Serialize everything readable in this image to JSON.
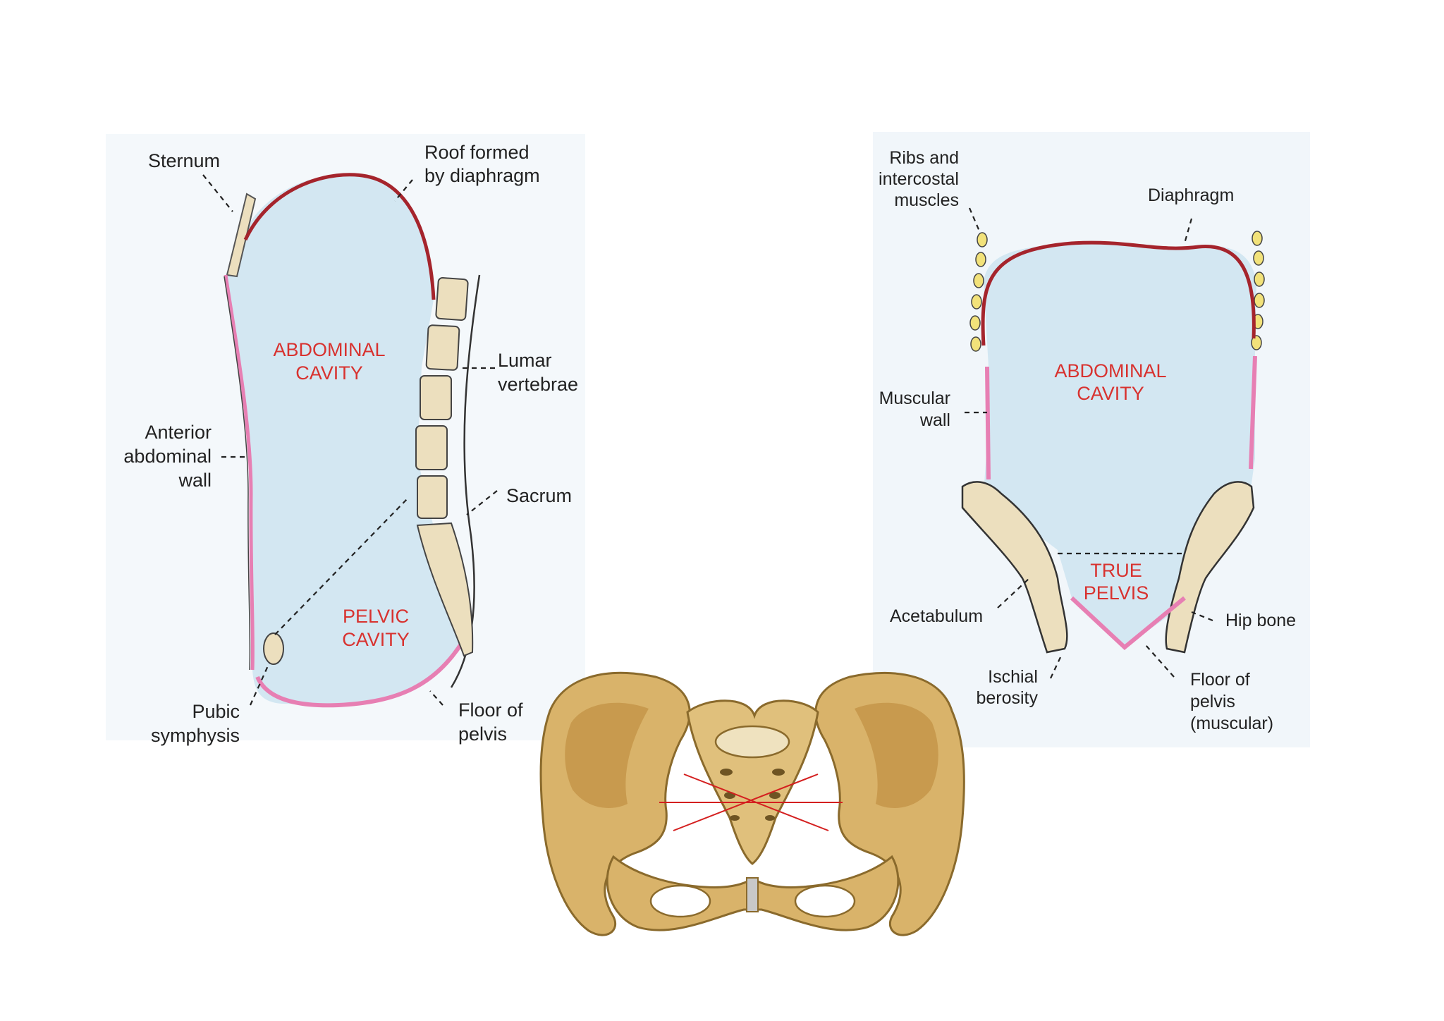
{
  "colors": {
    "cavity_fill": "#d3e7f2",
    "roof_diaphragm": "#a5242c",
    "abdominal_wall": "#e77fb3",
    "cavity_label": "#d8322f",
    "bone": "#ecdfbe",
    "pelvis_bone": "#d9b36a"
  },
  "left_diagram": {
    "labels": {
      "sternum": "Sternum",
      "roof_line1": "Roof formed",
      "roof_line2": "by diaphragm",
      "lumbar_line1": "Lumar",
      "lumbar_line2": "vertebrae",
      "anterior_line1": "Anterior",
      "anterior_line2": "abdominal",
      "anterior_line3": "wall",
      "sacrum": "Sacrum",
      "pubic_line1": "Pubic",
      "pubic_line2": "symphysis",
      "floor_line1": "Floor of",
      "floor_line2": "pelvis"
    },
    "cavities": {
      "abdominal_line1": "ABDOMINAL",
      "abdominal_line2": "CAVITY",
      "pelvic_line1": "PELVIC",
      "pelvic_line2": "CAVITY"
    }
  },
  "right_diagram": {
    "labels": {
      "ribs_line1": "Ribs and",
      "ribs_line2": "intercostal",
      "ribs_line3": "muscles",
      "diaphragm": "Diaphragm",
      "muscular_line1": "Muscular",
      "muscular_line2": "wall",
      "acetabulum": "Acetabulum",
      "hip_bone": "Hip bone",
      "ischial_line1": "Ischial",
      "ischial_line2": "berosity",
      "floor_line1": "Floor of",
      "floor_line2": "pelvis",
      "floor_line3": "(muscular)"
    },
    "cavities": {
      "abdominal_line1": "ABDOMINAL",
      "abdominal_line2": "CAVITY",
      "true_line1": "TRUE",
      "true_line2": "PELVIS"
    }
  }
}
